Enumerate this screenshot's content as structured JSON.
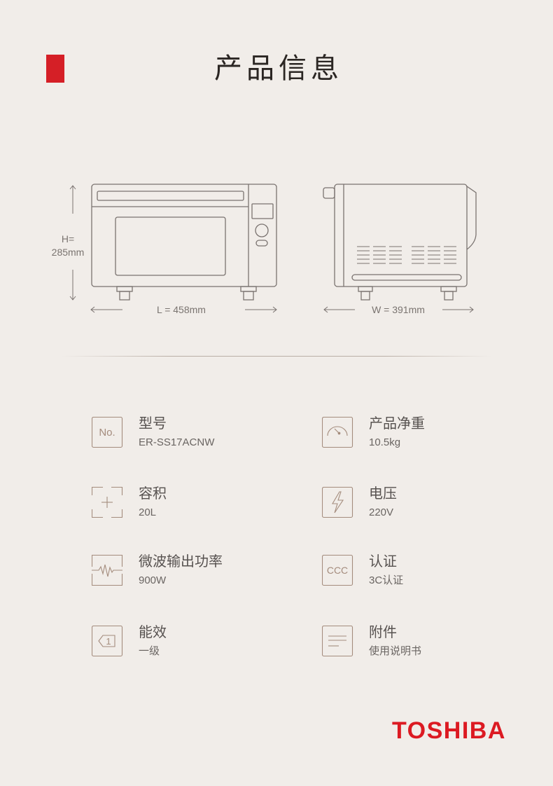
{
  "colors": {
    "background": "#f1ede9",
    "accent": "#d51f26",
    "brand_red": "#dc1a22",
    "icon_stroke": "#a48c7d",
    "drawing_stroke": "#7a7370"
  },
  "header": {
    "title": "产品信息"
  },
  "dimensions": {
    "height_label": "H=",
    "height_value": "285mm",
    "length_label": "L = 458mm",
    "width_label": "W = 391mm"
  },
  "specs": [
    {
      "name": "型号",
      "value": "ER-SS17ACNW",
      "icon": "model-number-icon",
      "icon_text": "No."
    },
    {
      "name": "产品净重",
      "value": "10.5kg",
      "icon": "gauge-icon"
    },
    {
      "name": "容积",
      "value": "20L",
      "icon": "capacity-icon"
    },
    {
      "name": "电压",
      "value": "220V",
      "icon": "lightning-icon"
    },
    {
      "name": "微波输出功率",
      "value": "900W",
      "icon": "waveform-icon"
    },
    {
      "name": "认证",
      "value": "3C认证",
      "icon": "certification-icon",
      "icon_text": "CCC"
    },
    {
      "name": "能效",
      "value": "一级",
      "icon": "energy-efficiency-icon",
      "icon_text": "1"
    },
    {
      "name": "附件",
      "value": "使用说明书",
      "icon": "document-icon"
    }
  ],
  "brand": {
    "logo_text": "TOSHIBA"
  }
}
